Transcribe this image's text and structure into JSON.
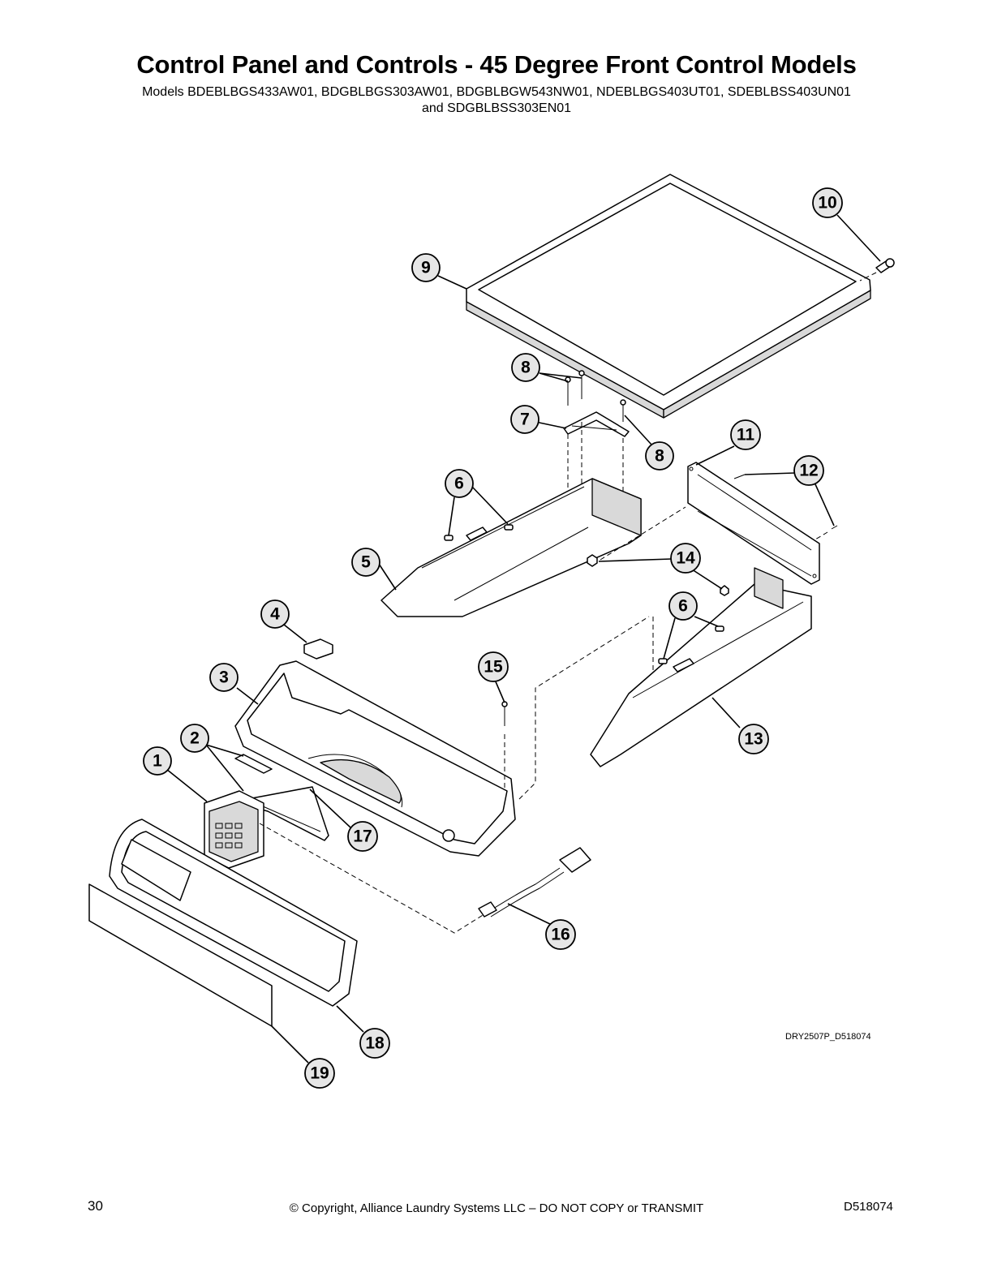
{
  "header": {
    "title": "Control Panel and Controls - 45 Degree Front Control Models",
    "models_line1": "Models BDEBLBGS433AW01, BDGBLBGS303AW01, BDGBLBGW543NW01, NDEBLBGS403UT01, SDEBLBSS403UN01",
    "models_line2": "and SDGBLBSS303EN01"
  },
  "callouts": [
    "1",
    "2",
    "3",
    "4",
    "5",
    "6",
    "6",
    "7",
    "8",
    "8",
    "9",
    "10",
    "11",
    "12",
    "13",
    "14",
    "15",
    "16",
    "17",
    "18",
    "19"
  ],
  "drawing_id": "DRY2507P_D518074",
  "footer": {
    "page_number": "30",
    "copyright": "© Copyright, Alliance Laundry Systems LLC – DO NOT COPY or TRANSMIT",
    "doc_number": "D518074"
  }
}
